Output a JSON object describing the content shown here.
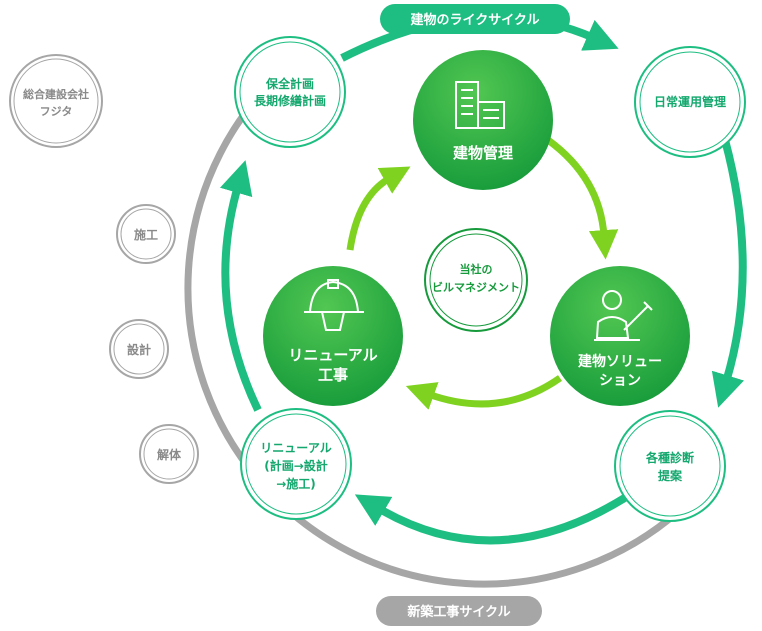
{
  "company": {
    "line1": "総合建設会社",
    "line2": "フジタ"
  },
  "building_lifecycle": {
    "label": "建物のライクサイクル"
  },
  "new_construction_cycle": {
    "label": "新築工事サイクル"
  },
  "phases": {
    "construction": "施工",
    "design": "設計",
    "demolition": "解体"
  },
  "outer_nodes": {
    "maintenance_plan": {
      "line1": "保全計画",
      "line2": "長期修繕計画"
    },
    "daily_operation": {
      "line1": "日常運用管理"
    },
    "diagnosis": {
      "line1": "各種診断",
      "line2": "提案"
    },
    "renewal_plan": {
      "line1": "リニューアル",
      "line2": "(計画→設計",
      "line3": "→施工)"
    }
  },
  "inner_nodes": {
    "building_management": {
      "label": "建物管理",
      "icon": "building-icon"
    },
    "building_solution": {
      "line1": "建物ソリュー",
      "line2": "ション",
      "icon": "person-writing-icon"
    },
    "renewal_work": {
      "line1": "リニューアル",
      "line2": "工事",
      "icon": "hard-hat-icon"
    }
  },
  "center": {
    "line1": "当社の",
    "line2": "ビルマネジメント"
  },
  "colors": {
    "teal": "#1ebe82",
    "teal_text": "#14a86e",
    "gray": "#a6a6a6",
    "lime": "#7fd320",
    "green_dark": "#169a3c",
    "green_light": "#47c44f"
  }
}
